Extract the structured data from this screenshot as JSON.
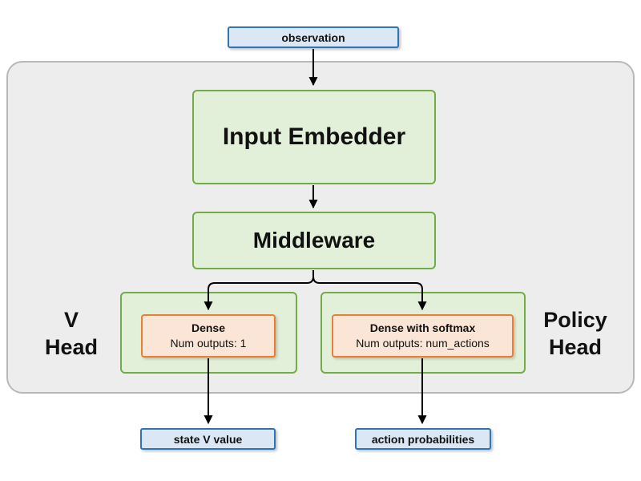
{
  "diagram": {
    "nodes": {
      "observation": {
        "label": "observation"
      },
      "input_embedder": {
        "label": "Input Embedder"
      },
      "middleware": {
        "label": "Middleware"
      },
      "v_head": {
        "line1": "V",
        "line2": "Head"
      },
      "policy_head": {
        "line1": "Policy",
        "line2": "Head"
      },
      "dense_v": {
        "title": "Dense",
        "subtitle": "Num outputs: 1"
      },
      "dense_policy": {
        "title": "Dense with softmax",
        "subtitle": "Num outputs: num_actions"
      },
      "state_v_value": {
        "label": "state V value"
      },
      "action_probabilities": {
        "label": "action probabilities"
      }
    }
  },
  "colors": {
    "io_fill": "#dbe7f5",
    "io_border": "#2e75b6",
    "block_fill": "#e2efd9",
    "block_border": "#70ad47",
    "layer_fill": "#fbe5d6",
    "layer_border": "#ed7d31",
    "panel_fill": "#ededed",
    "panel_border": "#b8b8b8",
    "arrow": "#000000",
    "text": "#111111"
  }
}
